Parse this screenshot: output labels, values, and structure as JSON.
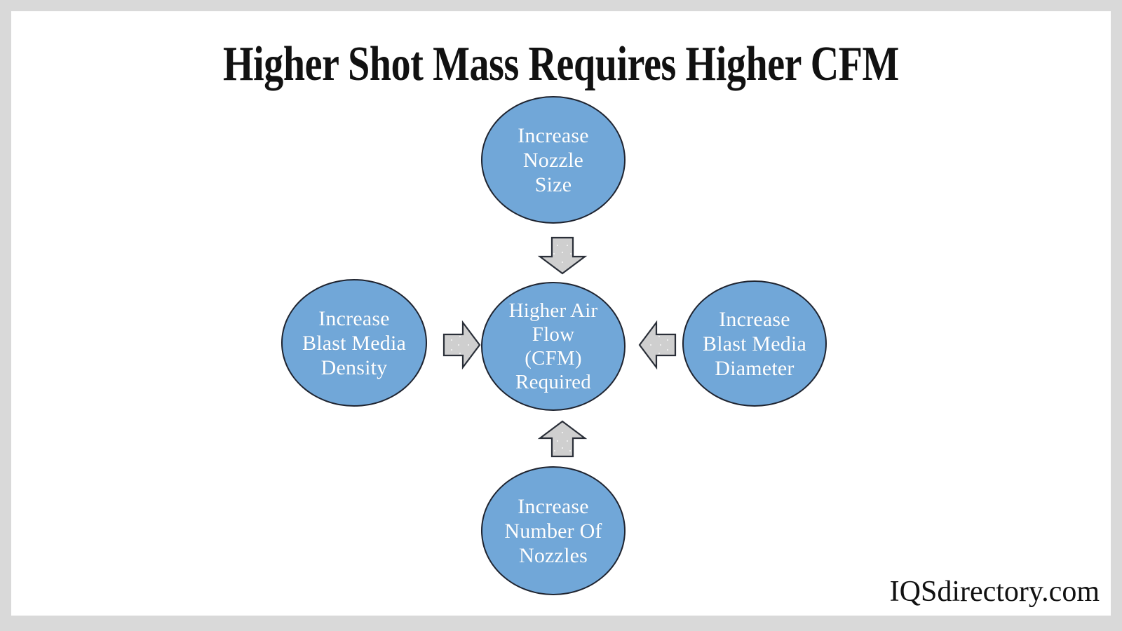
{
  "page": {
    "title": "Higher Shot Mass Requires Higher CFM",
    "watermark": "IQSdirectory.com",
    "background_color": "#d9d9d9",
    "canvas_color": "#ffffff"
  },
  "diagram": {
    "type": "hub-and-spoke",
    "node_fill_color": "#71A7D8",
    "node_border_color": "#1f2430",
    "node_text_color": "#ffffff",
    "arrow_fill_color": "#cfcfcf",
    "arrow_border_color": "#2a2f38",
    "center": {
      "id": "higher-air-flow-cfm-required",
      "label": "Higher Air\nFlow\n(CFM)\nRequired",
      "lines": [
        "Higher Air",
        "Flow",
        "(CFM)",
        "Required"
      ]
    },
    "nodes": [
      {
        "id": "increase-nozzle-size",
        "position": "top",
        "label": "Increase\nNozzle\nSize",
        "lines": [
          "Increase",
          "Nozzle",
          "Size"
        ],
        "arrow_direction": "down"
      },
      {
        "id": "increase-blast-media-density",
        "position": "left",
        "label": "Increase\nBlast Media\nDensity",
        "lines": [
          "Increase",
          "Blast Media",
          "Density"
        ],
        "arrow_direction": "right"
      },
      {
        "id": "increase-blast-media-diameter",
        "position": "right",
        "label": "Increase\nBlast Media\nDiameter",
        "lines": [
          "Increase",
          "Blast Media",
          "Diameter"
        ],
        "arrow_direction": "left"
      },
      {
        "id": "increase-number-of-nozzles",
        "position": "bottom",
        "label": "Increase\nNumber Of\nNozzles",
        "lines": [
          "Increase",
          "Number Of",
          "Nozzles"
        ],
        "arrow_direction": "up"
      }
    ]
  }
}
